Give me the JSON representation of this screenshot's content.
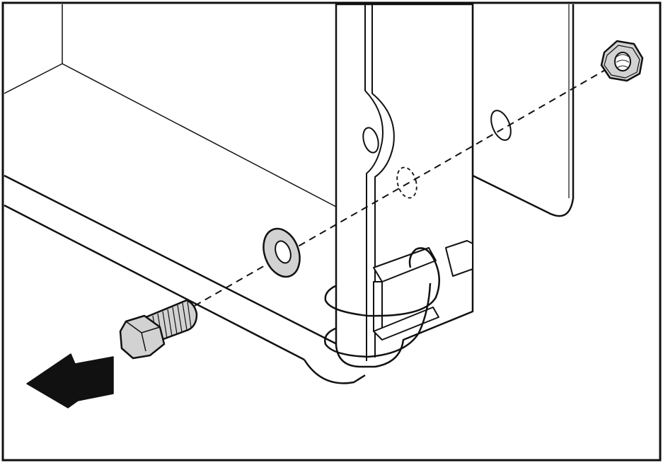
{
  "figure": {
    "kind": "assembly-illustration",
    "parts": [
      "frame-rail",
      "vertical-bracket",
      "rear-plate",
      "hex-bolt",
      "washer",
      "hex-nut",
      "wire-clip",
      "insertion-arrow"
    ],
    "colors": {
      "line": "#111111",
      "fill_white": "#ffffff",
      "metal_grey": "#d2d2d2",
      "arrow": "#111111"
    }
  }
}
